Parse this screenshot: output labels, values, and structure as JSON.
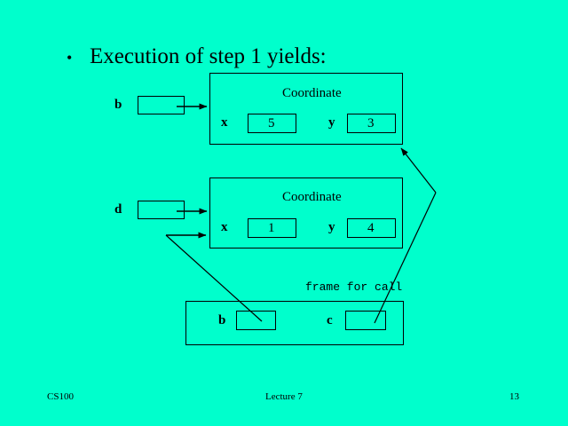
{
  "slide": {
    "background_color": "#00FFCC",
    "ink_color": "#000000",
    "title": {
      "bullet": "•",
      "text": "Execution of step 1 yields:"
    },
    "objects": [
      {
        "id": "coordinate-1",
        "pointer_variable": "b",
        "class_name": "Coordinate",
        "fields": [
          {
            "name": "x",
            "value": "5"
          },
          {
            "name": "y",
            "value": "3"
          }
        ]
      },
      {
        "id": "coordinate-2",
        "pointer_variable": "d",
        "class_name": "Coordinate",
        "fields": [
          {
            "name": "x",
            "value": "1"
          },
          {
            "name": "y",
            "value": "4"
          }
        ]
      }
    ],
    "call_frame": {
      "caption": "frame for call",
      "parameters": [
        {
          "name": "b",
          "value": ""
        },
        {
          "name": "c",
          "value": ""
        }
      ]
    },
    "footer": {
      "course": "CS100",
      "lecture": "Lecture 7",
      "page_number": "13"
    }
  }
}
